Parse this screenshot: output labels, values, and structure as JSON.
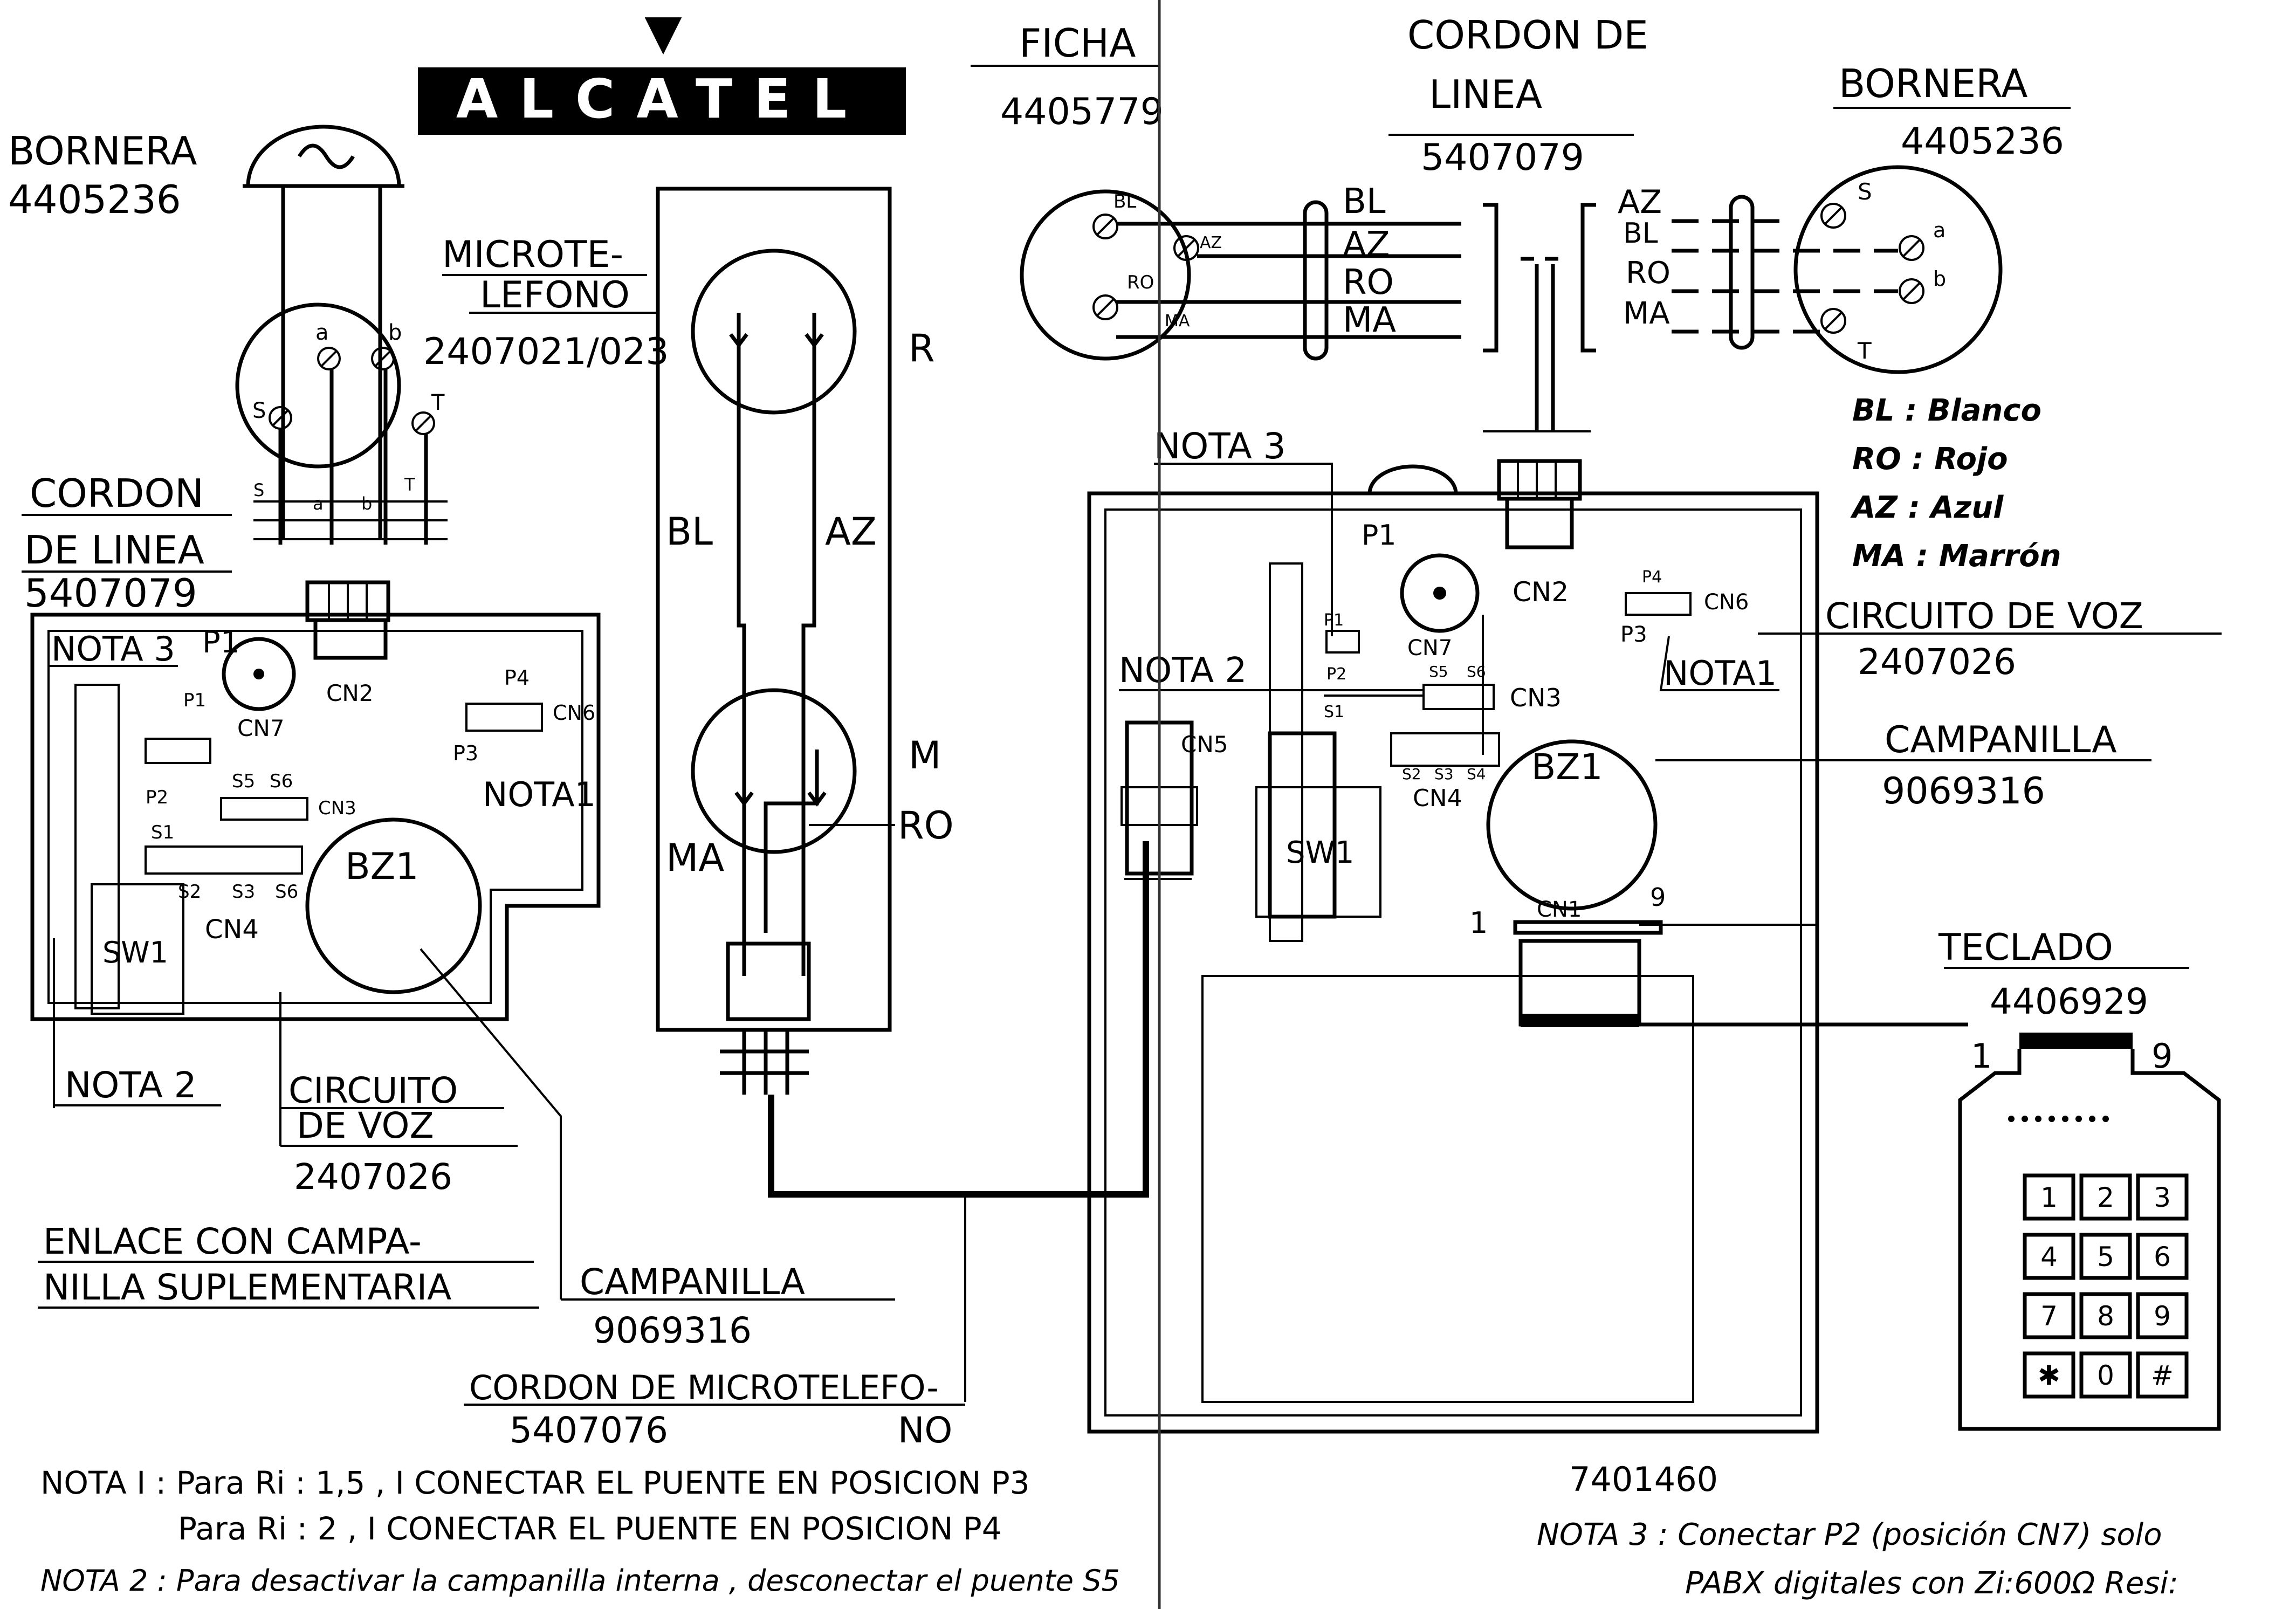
{
  "header": {
    "marker": "▼",
    "brand": "ALCATEL"
  },
  "left": {
    "bornera_title": "BORNERA",
    "bornera_code": "4405236",
    "terminals": [
      "a",
      "b",
      "S",
      "T"
    ],
    "terminals_small": [
      "a",
      "b",
      "S",
      "T"
    ],
    "microtel_title_1": "MICROTE-",
    "microtel_title_2": "LEFONO",
    "microtel_code": "2407021/023",
    "cordon_1": "CORDON",
    "cordon_2": "DE LINEA",
    "cordon_code": "5407079",
    "nota3": "NOTA 3",
    "p1": "P1",
    "p2": "P2",
    "p3": "P3",
    "p4": "P4",
    "pi": "P1",
    "cn2": "CN2",
    "cn7": "CN7",
    "cn6": "CN6",
    "cn3": "CN3",
    "cn4": "CN4",
    "s5": "S5",
    "s6": "S6",
    "s1": "S1",
    "s2": "S2",
    "s3": "S3",
    "s6b": "S6",
    "nota1": "NOTA1",
    "bz1": "BZ1",
    "sw1": "SW1",
    "nota2": "NOTA 2",
    "circuito_1": "CIRCUITO",
    "circuito_2": "DE VOZ",
    "circuito_code": "2407026",
    "enlace_1": "ENLACE CON CAMPA-",
    "enlace_2": "NILLA SUPLEMENTARIA",
    "campanilla": "CAMPANILLA",
    "campanilla_code": "9069316",
    "cordon_micro": "CORDON DE MICROTELEFO-",
    "cordon_micro_code": "5407076",
    "no": "NO"
  },
  "handset": {
    "r": "R",
    "m": "M",
    "bl": "BL",
    "az": "AZ",
    "ma": "MA",
    "ro": "RO"
  },
  "right": {
    "ficha_title": "FICHA",
    "ficha_code": "4405779",
    "cordon_1": "CORDON DE",
    "cordon_2": "LINEA",
    "cordon_code": "5407079",
    "bornera_title": "BORNERA",
    "bornera_code": "4405236",
    "ficha_pins": [
      "BL",
      "AZ",
      "RO",
      "MA"
    ],
    "wires_left": [
      "BL",
      "AZ",
      "RO",
      "MA"
    ],
    "wires_right": [
      "AZ",
      "BL",
      "RO",
      "MA"
    ],
    "terminals": [
      "S",
      "a",
      "b",
      "T"
    ],
    "legend": [
      "BL : Blanco",
      "RO : Rojo",
      "AZ : Azul",
      "MA : Marrón"
    ],
    "nota3": "NOTA 3",
    "p1": "P1",
    "p1b": "P1",
    "p2": "P2",
    "p3": "P3",
    "p4": "P4",
    "cn7": "CN7",
    "cn2": "CN2",
    "cn6": "CN6",
    "cn3": "CN3",
    "cn4": "CN4",
    "cn5": "CN5",
    "cn1": "CN1",
    "s1": "S1",
    "s5": "S5",
    "s6": "S6",
    "s2": "S2",
    "s3": "S3",
    "s4": "S4",
    "circuito_1": "CIRCUITO DE VOZ",
    "circuito_code": "2407026",
    "nota2": "NOTA 2",
    "nota1": "NOTA1",
    "bz1": "BZ1",
    "sw1": "SW1",
    "campanilla": "CAMPANILLA",
    "campanilla_code": "9069316",
    "pin_1": "1",
    "pin_9": "9",
    "teclado_title": "TECLADO",
    "teclado_code": "4406929",
    "keys": [
      "1",
      "2",
      "3",
      "4",
      "5",
      "6",
      "7",
      "8",
      "9",
      "✱",
      "0",
      "#"
    ],
    "board_code": "7401460"
  },
  "notes": {
    "nota1_a": "NOTA I : Para Ri : 1,5 , I CONECTAR EL PUENTE EN POSICION P3",
    "nota1_b": "Para Ri : 2 , I CONECTAR EL PUENTE EN POSICION P4",
    "nota2": "NOTA 2 : Para desactivar la campanilla interna , desconectar el puente S5",
    "nota3_a": "NOTA 3 : Conectar P2 (posición CN7) solo",
    "nota3_b": "PABX digitales con Zi:600Ω Resi:"
  }
}
